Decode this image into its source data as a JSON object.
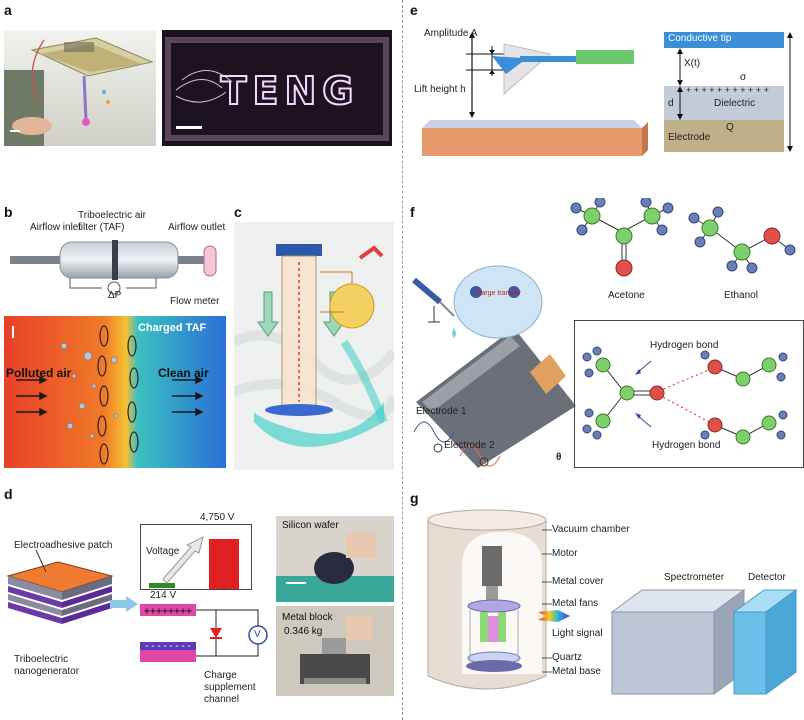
{
  "panels": {
    "a": {
      "label": "a",
      "teng_text": "TENG"
    },
    "b": {
      "label": "b",
      "airflow_inlet": "Airflow inlet",
      "taf_line1": "Triboelectric air",
      "taf_line2": "filter (TAF)",
      "airflow_outlet": "Airflow outlet",
      "delta_p": "ΔP",
      "flow_meter": "Flow meter",
      "charged_taf": "Charged TAF",
      "polluted_air": "Polluted air",
      "clean_air": "Clean air"
    },
    "c": {
      "label": "c"
    },
    "d": {
      "label": "d",
      "electroadhesive_patch": "Electroadhesive patch",
      "voltage": "Voltage",
      "v_high": "4,750 V",
      "v_low": "214 V",
      "tribo_line1": "Triboelectric",
      "tribo_line2": "nanogenerator",
      "charge_line1": "Charge",
      "charge_line2": "supplement",
      "charge_line3": "channel",
      "silicon_wafer": "Silicon wafer",
      "metal_block": "Metal block",
      "mass": "0.346 kg",
      "v_symbol": "V"
    },
    "e": {
      "label": "e",
      "amplitude": "Amplitude A",
      "lift_height": "Lift height h",
      "conductive_tip": "Conductive tip",
      "xt": "X(t)",
      "sigma": "σ",
      "d": "d",
      "dielectric": "Dielectric",
      "electrode": "Electrode",
      "q": "Q",
      "plus_signs": "+ + + + + + + + + + +"
    },
    "f": {
      "label": "f",
      "acetone": "Acetone",
      "ethanol": "Ethanol",
      "charge_transfer": "charge transfer",
      "electrode1": "Electrode 1",
      "electrode2": "Electrode 2",
      "theta": "θ",
      "hbond_top": "Hydrogen bond",
      "hbond_bottom": "Hydrogen bond"
    },
    "g": {
      "label": "g",
      "vacuum_chamber": "Vacuum chamber",
      "motor": "Motor",
      "metal_cover": "Metal cover",
      "metal_fans": "Metal fans",
      "light_signal": "Light signal",
      "quartz": "Quartz",
      "metal_base": "Metal base",
      "spectrometer": "Spectrometer",
      "detector": "Detector"
    }
  },
  "colors": {
    "teng_bg": "#1c1220",
    "teng_glow": "#f4d6ff",
    "heat_left": "#e8402a",
    "heat_mid": "#f6c030",
    "heat_right": "#2a6fd6",
    "voltage_bar": "#e02020",
    "voltage_small": "#2a8a2a",
    "substrate": "#e59a6c",
    "tip_blue": "#3a8fd6",
    "dielectric": "#c3cad8",
    "electrode_tan": "#bfb08a",
    "carbon_green": "#7ccf6a",
    "oxygen_red": "#e0504a",
    "hydrogen_blue": "#6a7fb5",
    "chamber": "#e8ddd2",
    "spectrometer": "#bcc6d6",
    "detector": "#6bbfe8"
  }
}
